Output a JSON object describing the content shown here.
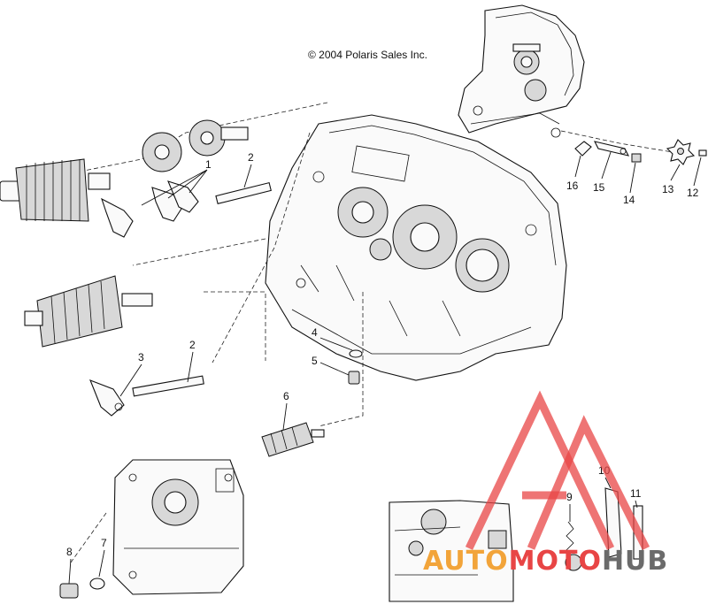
{
  "copyright": "© 2004 Polaris Sales Inc.",
  "callouts": [
    {
      "id": "c1",
      "text": "1"
    },
    {
      "id": "c2a",
      "text": "2"
    },
    {
      "id": "c2b",
      "text": "2"
    },
    {
      "id": "c3",
      "text": "3"
    },
    {
      "id": "c4",
      "text": "4"
    },
    {
      "id": "c5",
      "text": "5"
    },
    {
      "id": "c6",
      "text": "6"
    },
    {
      "id": "c7",
      "text": "7"
    },
    {
      "id": "c8",
      "text": "8"
    },
    {
      "id": "c9",
      "text": "9"
    },
    {
      "id": "c10",
      "text": "10"
    },
    {
      "id": "c11",
      "text": "11"
    },
    {
      "id": "c12",
      "text": "12"
    },
    {
      "id": "c13",
      "text": "13"
    },
    {
      "id": "c14",
      "text": "14"
    },
    {
      "id": "c15",
      "text": "15"
    },
    {
      "id": "c16",
      "text": "16"
    }
  ],
  "watermark": {
    "part1": "AUTO",
    "part2": "MOTO",
    "part3": "HUB",
    "colors": {
      "red": "#e84545",
      "orange": "#f2a43a",
      "gray": "#6b6b6b"
    }
  }
}
